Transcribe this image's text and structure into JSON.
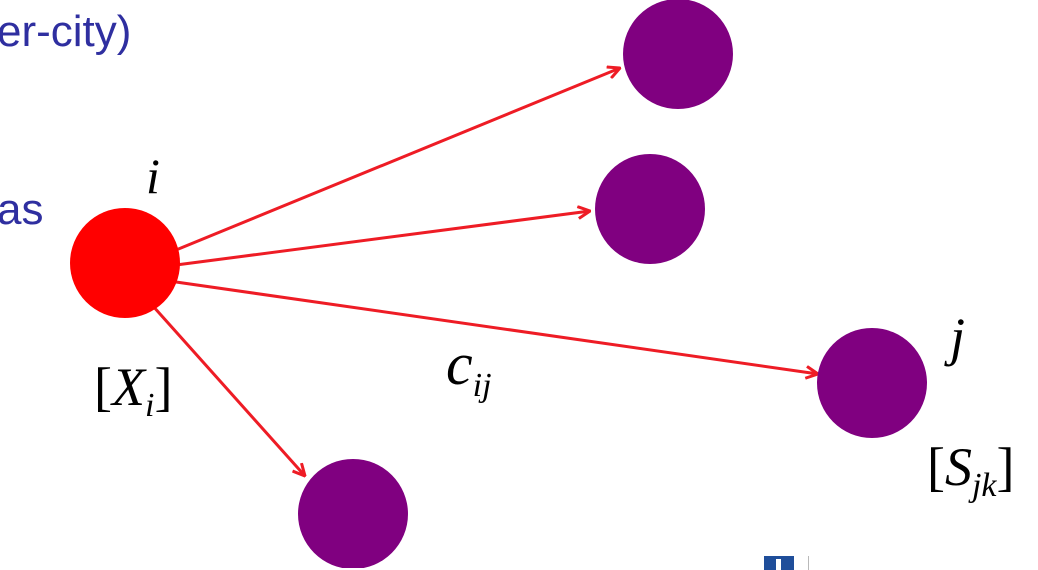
{
  "slide": {
    "text_fragment_top": "er-city)",
    "text_fragment_mid": "as"
  },
  "colors": {
    "origin_node": "#ff0000",
    "destination_node": "#800080",
    "arrow": "#ee1c25",
    "slide_text": "#2f2fa0",
    "logo": "#1f4e9a"
  },
  "diagram": {
    "origin": {
      "label": "i",
      "attribute": {
        "open": "[",
        "symbol": "X",
        "sub": "i",
        "close": "]"
      }
    },
    "destinations": [
      {
        "id": "d1"
      },
      {
        "id": "d2"
      },
      {
        "id": "j",
        "label": "j",
        "attribute": {
          "open": "[",
          "symbol": "S",
          "sub": "jk",
          "close": "]"
        }
      },
      {
        "id": "d4"
      }
    ],
    "edge_label": {
      "symbol": "c",
      "sub": "ij"
    }
  },
  "logo": {
    "name": "institution-logo"
  }
}
